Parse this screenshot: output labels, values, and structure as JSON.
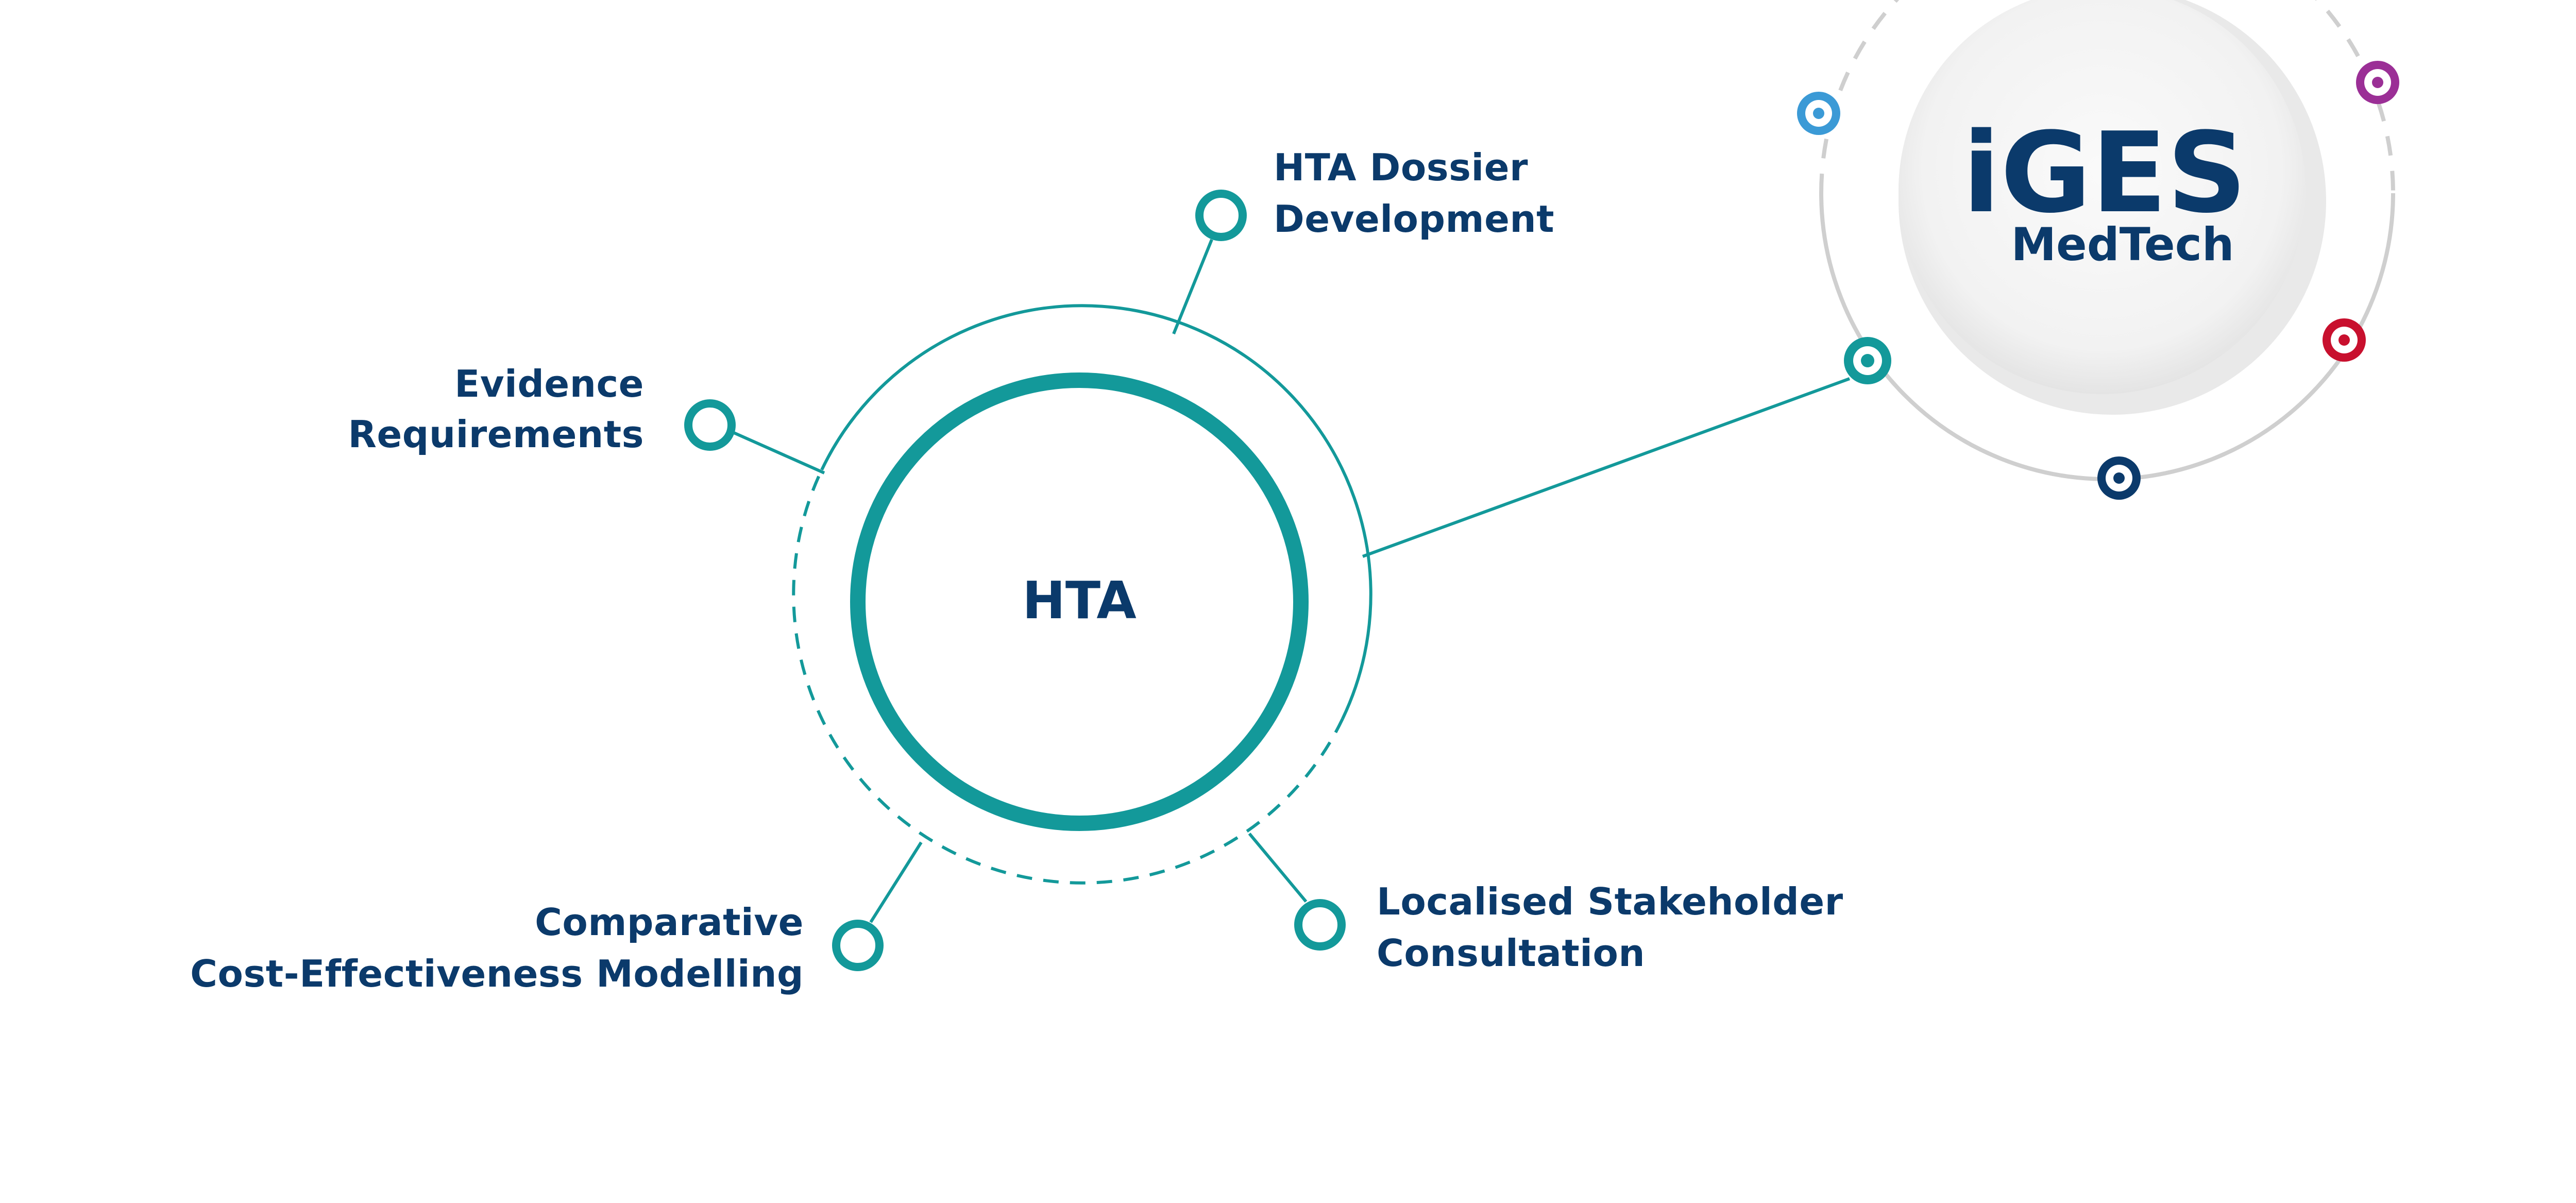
{
  "diagram": {
    "center": {
      "label": "HTA"
    },
    "nodes": [
      {
        "id": "dossier",
        "line1": "HTA Dossier",
        "line2": "Development"
      },
      {
        "id": "evidence",
        "line1": "Evidence",
        "line2": "Requirements"
      },
      {
        "id": "comparative",
        "line1": "Comparative",
        "line2": "Cost-Effectiveness Modelling"
      },
      {
        "id": "stakeholder",
        "line1": "Localised Stakeholder",
        "line2": "Consultation"
      }
    ]
  },
  "logo": {
    "main": "iGES",
    "sub": "MedTech",
    "orbit_dots": [
      {
        "name": "blue-dot",
        "color": "#3b9ad6"
      },
      {
        "name": "purple-dot",
        "color": "#9b2f96"
      },
      {
        "name": "red-dot",
        "color": "#c8102e"
      },
      {
        "name": "navy-dot",
        "color": "#0b3a6b"
      },
      {
        "name": "teal-dot",
        "color": "#13999a"
      }
    ]
  },
  "colors": {
    "teal": "#13999a",
    "navy": "#0b3a6b",
    "grey": "#cfcfcf"
  }
}
